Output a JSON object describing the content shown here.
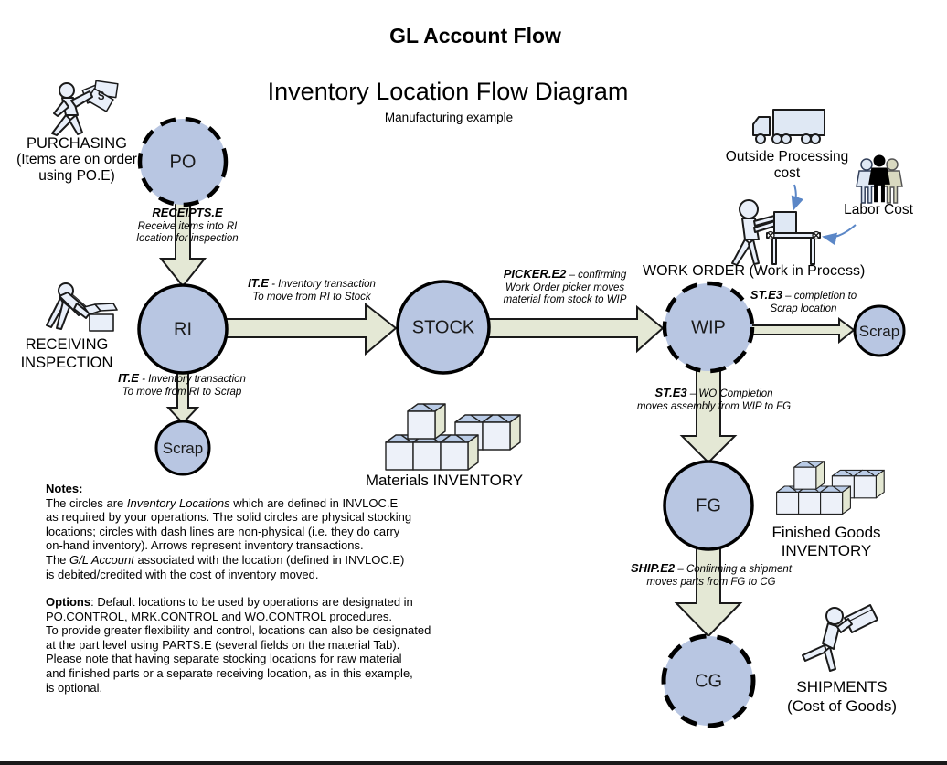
{
  "header": {
    "title": "GL Account Flow",
    "subtitle": "Inventory Location Flow Diagram",
    "caption": "Manufacturing example"
  },
  "nodes": {
    "po": "PO",
    "ri": "RI",
    "stock": "STOCK",
    "scrap_left": "Scrap",
    "wip": "WIP",
    "scrap_right": "Scrap",
    "fg": "FG",
    "cg": "CG"
  },
  "transactions": {
    "receipts": {
      "name": "RECEIPTS.E",
      "line2": "Receive items into RI",
      "line3": "location for inspection"
    },
    "it_stock": {
      "name": "IT.E",
      "rest": " - Inventory transaction",
      "line2": "To move from RI to Stock"
    },
    "it_scrap": {
      "name": "IT.E",
      "rest": " - Inventory transaction",
      "line2": "To move from RI to Scrap"
    },
    "picker": {
      "name": "PICKER.E2",
      "rest": " – confirming",
      "line2": "Work Order picker moves",
      "line3": "material from stock to WIP"
    },
    "ste3_scrap": {
      "name": "ST.E3",
      "rest": " – completion to",
      "line2": "Scrap  location"
    },
    "ste3_fg": {
      "name": "ST.E3",
      "rest": " – WO Completion",
      "line2": "moves  assembly from WIP to FG"
    },
    "ship": {
      "name": "SHIP.E2",
      "rest": " – Confirming a shipment",
      "line2": "moves parts from FG to CG"
    }
  },
  "captions": {
    "purchasing_1": "PURCHASING",
    "purchasing_2": "(Items are on order",
    "purchasing_3": "using PO.E)",
    "receiving_1": "RECEIVING",
    "receiving_2": "INSPECTION",
    "work_order": "WORK ORDER (Work in Process)",
    "outside_processing_1": "Outside Processing",
    "outside_processing_2": "cost",
    "labor_cost": "Labor Cost",
    "materials_inventory": "Materials INVENTORY",
    "finished_goods_1": "Finished Goods",
    "finished_goods_2": "INVENTORY",
    "shipments_1": "SHIPMENTS",
    "shipments_2": "(Cost of Goods)"
  },
  "notes": {
    "heading": "Notes:",
    "l1a": "The circles are ",
    "l1b": "Inventory Locations",
    "l1c": " which are defined in INVLOC.E",
    "l2": "as required by your operations.  The solid circles are physical stocking",
    "l3": "locations; circles with dash lines are non-physical (i.e. they do carry",
    "l4": "on-hand inventory).   Arrows represent inventory transactions.",
    "l5a": "The ",
    "l5b": "G/L Account",
    "l5c": " associated with the location (defined in INVLOC.E)",
    "l6": "is debited/credited with the cost of inventory moved."
  },
  "options": {
    "heading": "Options",
    "l1": ":  Default locations to be used by operations are designated in",
    "l2": "PO.CONTROL,  MRK.CONTROL and WO.CONTROL procedures.",
    "l3": "To provide greater flexibility and control, locations can also be designated",
    "l4": "at the part level using PARTS.E (several fields on the material Tab).",
    "l5": "Please note that having separate stocking  locations for raw  material",
    "l6": "and finished parts  or a separate receiving location, as in this example,",
    "l7": "is optional."
  },
  "icons": {
    "dollar": "$"
  },
  "colors": {
    "node_fill": "#b8c6e2",
    "arrow_fill": "#e4e8d5",
    "blue_arrow": "#5b87c7",
    "cube_top": "#b9cbe6",
    "cube_front": "#edf1f9",
    "cube_side": "#e3e7d2",
    "outline": "#1a1a1a"
  }
}
